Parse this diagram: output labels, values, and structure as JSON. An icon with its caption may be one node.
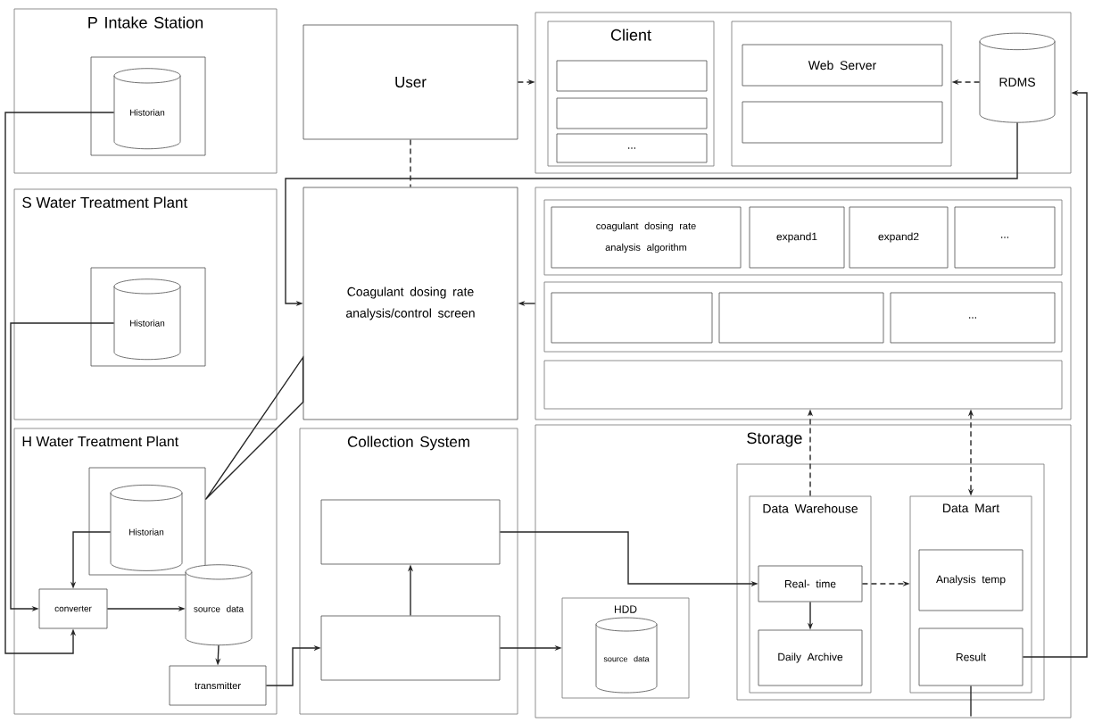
{
  "diagram": {
    "nodes": [
      {
        "text": [
          "P Intake Station"
        ]
      },
      {
        "text": [],
        "shape": "box",
        "in": 0
      },
      {
        "text": [
          "Historian"
        ],
        "in": 1
      },
      {
        "text": [
          "S Water Treatment Plant"
        ]
      },
      {
        "text": [],
        "shape": "box",
        "in": 3
      },
      {
        "text": [
          "Historian"
        ],
        "in": 4
      },
      {
        "text": [
          "H Water Treatment Plant"
        ]
      },
      {
        "text": [],
        "shape": "box",
        "in": 6
      },
      {
        "text": [
          "Historian"
        ],
        "in": 7
      },
      {
        "text": [
          "converter"
        ],
        "in": 6
      },
      {
        "text": [
          "source data"
        ],
        "in": 6
      },
      {
        "text": [
          "transmitter"
        ],
        "in": 6
      },
      {
        "text": [
          "User"
        ]
      },
      {
        "text": [
          "Coagulant dosing rate analysis/control screen"
        ]
      },
      {
        "text": [
          "Collection System"
        ]
      },
      {
        "text": [],
        "shape": "box",
        "in": 14
      },
      {
        "text": [],
        "shape": "box",
        "in": 14
      },
      {
        "text": [],
        "shape": "box"
      },
      {
        "text": [
          "Client"
        ],
        "in": 17
      },
      {
        "text": [],
        "shape": "box",
        "in": 18
      },
      {
        "text": [],
        "shape": "box",
        "in": 18
      },
      {
        "text": [
          "..."
        ],
        "in": 18
      },
      {
        "text": [],
        "shape": "box",
        "in": 17
      },
      {
        "text": [
          "Web Server"
        ],
        "in": 22
      },
      {
        "text": [],
        "shape": "box",
        "in": 22
      },
      {
        "text": [
          "RDMS"
        ],
        "in": 17
      },
      {
        "text": [],
        "shape": "box"
      },
      {
        "text": [],
        "shape": "box",
        "in": 26
      },
      {
        "text": [
          "coagulant dosing rate analysis algorithm"
        ],
        "in": 27
      },
      {
        "text": [
          "expand1"
        ],
        "in": 27
      },
      {
        "text": [
          "expand2"
        ],
        "in": 27
      },
      {
        "text": [
          "..."
        ],
        "in": 27
      },
      {
        "text": [],
        "shape": "box",
        "in": 26
      },
      {
        "text": [],
        "shape": "box",
        "in": 32
      },
      {
        "text": [],
        "shape": "box",
        "in": 32
      },
      {
        "text": [
          "..."
        ],
        "in": 32
      },
      {
        "text": [],
        "shape": "box",
        "in": 26
      },
      {
        "text": [
          "Storage"
        ]
      },
      {
        "text": [
          "HDD"
        ],
        "in": 37
      },
      {
        "text": [
          "source data"
        ],
        "in": 38
      },
      {
        "text": [],
        "shape": "box",
        "in": 37
      },
      {
        "text": [
          "Data Warehouse"
        ],
        "in": 40
      },
      {
        "text": [
          "Real- time"
        ],
        "in": 41
      },
      {
        "text": [
          "Daily Archive"
        ],
        "in": 41
      },
      {
        "text": [
          "Data Mart"
        ],
        "in": 40
      },
      {
        "text": [
          "Analysis temp"
        ],
        "in": 44
      },
      {
        "text": [
          "Result"
        ],
        "in": 44
      }
    ],
    "edges": [
      {
        "from": 2,
        "to": 9,
        "arrow": "to"
      },
      {
        "from": 5,
        "to": 9,
        "arrow": "to"
      },
      {
        "from": 8,
        "to": 9,
        "arrow": "to"
      },
      {
        "from": 9,
        "to": 10,
        "arrow": "to"
      },
      {
        "from": 10,
        "to": 11,
        "arrow": "to"
      },
      {
        "from": 11,
        "to": 16,
        "arrow": "to"
      },
      {
        "from": 16,
        "to": 15,
        "arrow": "to"
      },
      {
        "from": 15,
        "to": 42,
        "arrow": "to"
      },
      {
        "from": 16,
        "to": 38,
        "arrow": "to"
      },
      {
        "from": 42,
        "to": 43,
        "arrow": "to"
      },
      {
        "from": 42,
        "to": 44,
        "arrow": "to",
        "style": "dashed"
      },
      {
        "from": 41,
        "to": 36,
        "arrow": "to",
        "style": "dashed"
      },
      {
        "from": 36,
        "to": 44,
        "arrow": "both",
        "style": "dashed"
      },
      {
        "from": 46,
        "to": 17,
        "arrow": "to"
      },
      {
        "from": 46,
        "to": null,
        "arrow": "none"
      },
      {
        "from": 25,
        "to": 22,
        "arrow": "to",
        "style": "dashed"
      },
      {
        "from": 25,
        "to": 13,
        "arrow": "to"
      },
      {
        "from": 26,
        "to": 13,
        "arrow": "to"
      },
      {
        "from": 12,
        "to": 17,
        "arrow": "to",
        "style": "dashed"
      },
      {
        "from": 12,
        "to": 13,
        "arrow": "none",
        "style": "dashed"
      },
      {
        "from": 7,
        "to": 13,
        "arrow": "none"
      }
    ]
  }
}
